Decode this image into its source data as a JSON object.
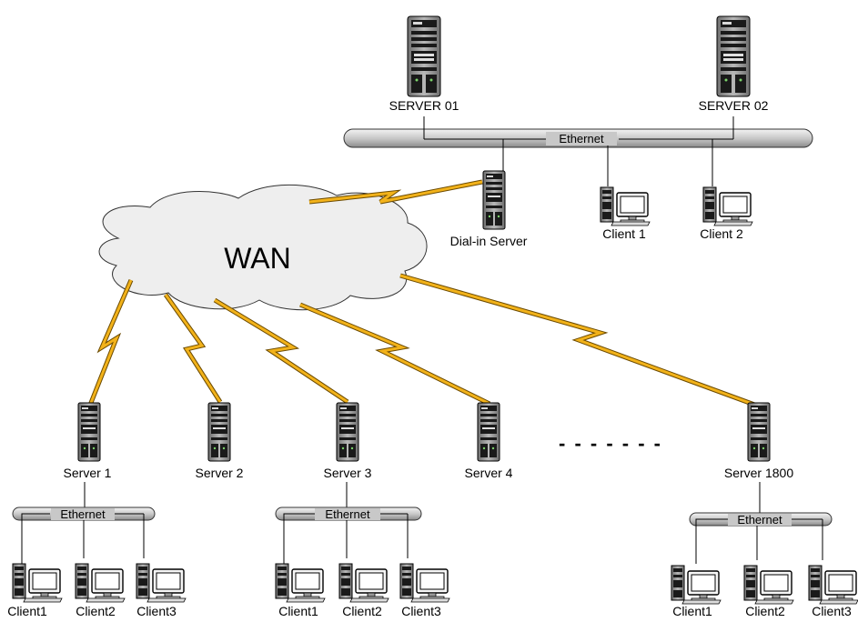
{
  "network": {
    "wan_label": "WAN",
    "ethernet_label": "Ethernet",
    "dots": "- - - - - - -",
    "servers": {
      "server01": "SERVER 01",
      "server02": "SERVER 02",
      "dialin": "Dial-in Server",
      "s1": "Server 1",
      "s2": "Server 2",
      "s3": "Server 3",
      "s4": "Server 4",
      "s1800": "Server 1800"
    },
    "clients": {
      "top1": "Client 1",
      "top2": "Client 2",
      "c1": "Client1",
      "c2": "Client2",
      "c3": "Client3"
    }
  },
  "colors": {
    "link": "#f2b21a",
    "cloud": "#eeeeee",
    "bus": "#c8c8c8",
    "server": "#8a8a8a"
  },
  "icons": [
    "tower-server-icon",
    "desktop-computer-icon",
    "cloud-icon",
    "lightning-link-icon"
  ]
}
